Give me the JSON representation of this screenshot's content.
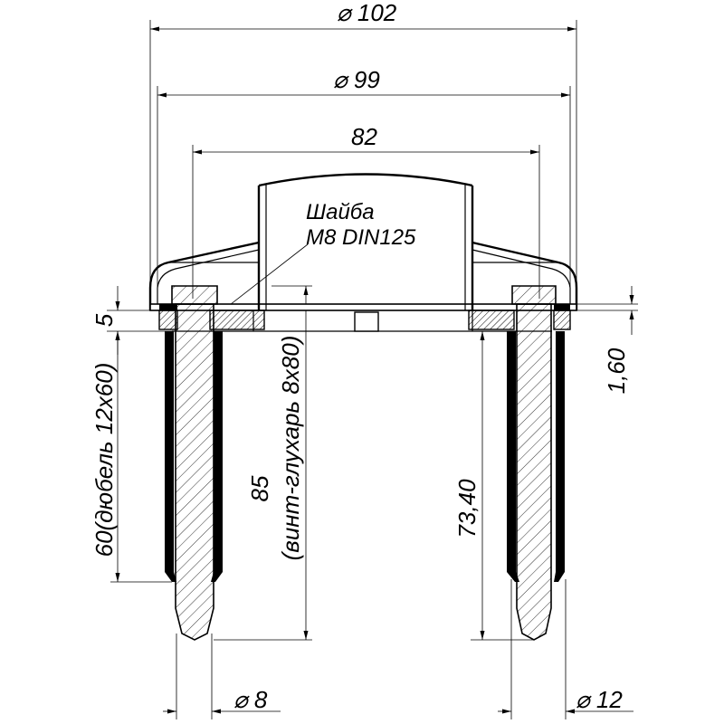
{
  "dimensions": {
    "top_outer": "⌀ 102",
    "top_mid": "⌀ 99",
    "top_inner": "82",
    "left_small": "5",
    "left_dowel": "60(дюбель 12x60)",
    "center_screw_length": "85",
    "center_screw_name": "(винт-глухарь 8x80)",
    "right_depth": "73,40",
    "right_thickness": "1,60",
    "bottom_left": "⌀ 8",
    "bottom_right": "⌀ 12"
  },
  "labels": {
    "washer_line1": "Шайба",
    "washer_line2": "M8 DIN125"
  }
}
